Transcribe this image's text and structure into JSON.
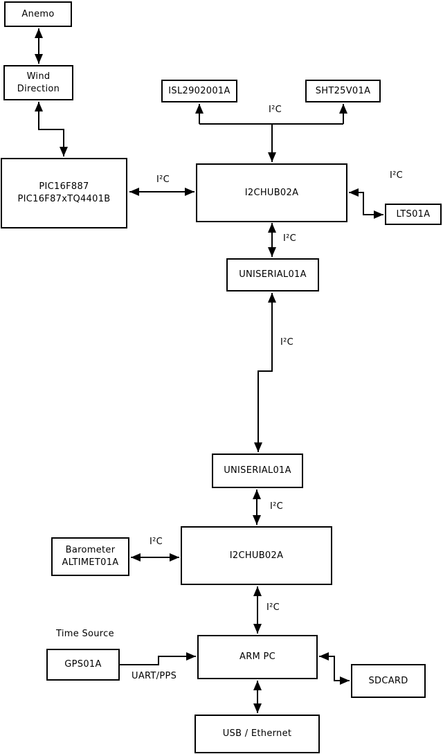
{
  "diagram": {
    "background": "#ffffff",
    "line_color": "#000000",
    "labels": {
      "i2c": "I²C",
      "uart_pps": "UART/PPS",
      "time_source": "Time Source"
    },
    "boxes": {
      "anemo": {
        "label": "Anemo"
      },
      "wind_direction": {
        "line1": "Wind",
        "line2": "Direction"
      },
      "pic": {
        "line1": "PIC16F887",
        "line2": "PIC16F87xTQ4401B"
      },
      "isl": {
        "label": "ISL2902001A"
      },
      "sht": {
        "label": "SHT25V01A"
      },
      "i2chub_1": {
        "label": "I2CHUB02A"
      },
      "lts": {
        "label": "LTS01A"
      },
      "uniserial_1": {
        "label": "UNISERIAL01A"
      },
      "uniserial_2": {
        "label": "UNISERIAL01A"
      },
      "i2chub_2": {
        "label": "I2CHUB02A"
      },
      "barometer": {
        "line1": "Barometer",
        "line2": "ALTIMET01A"
      },
      "gps": {
        "label": "GPS01A"
      },
      "arm_pc": {
        "label": "ARM PC"
      },
      "sdcard": {
        "label": "SDCARD"
      },
      "usb_ethernet": {
        "label": "USB / Ethernet"
      }
    }
  }
}
